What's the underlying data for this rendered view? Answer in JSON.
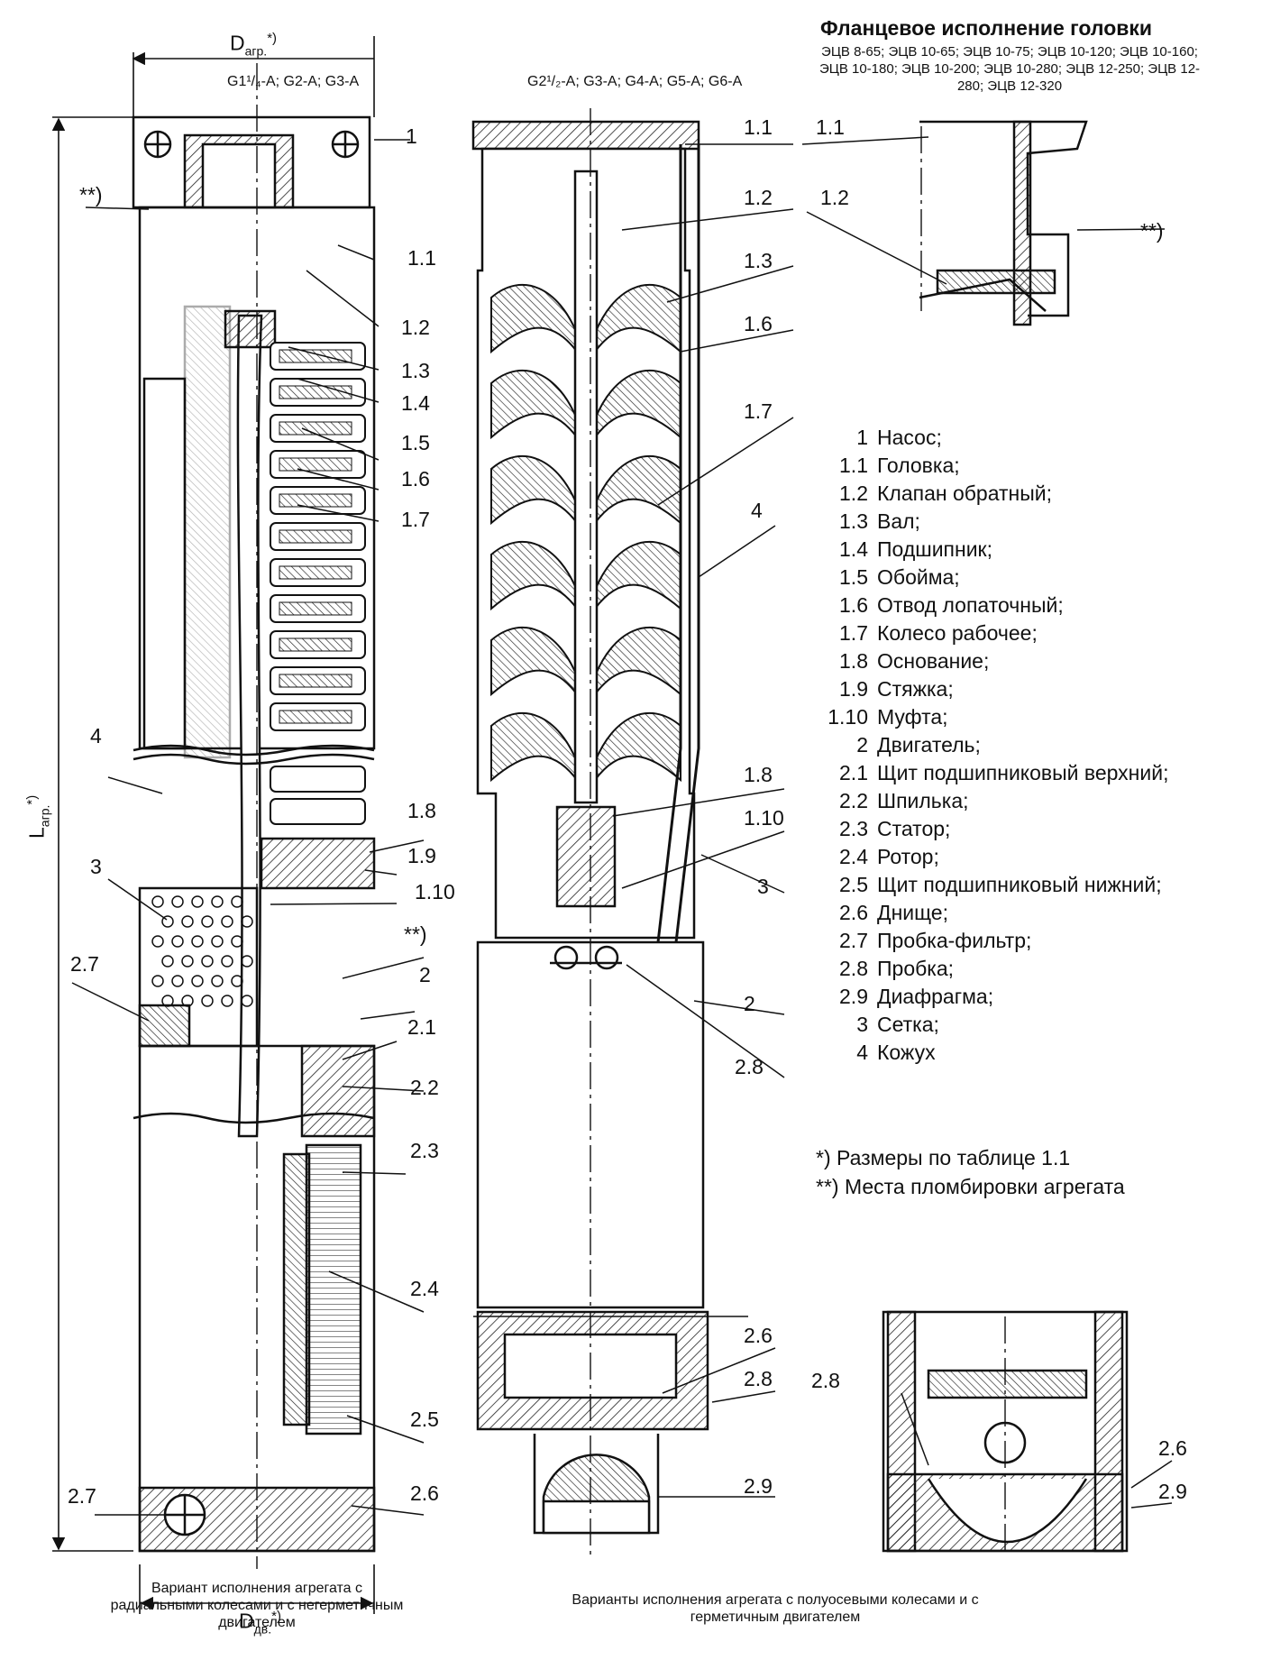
{
  "flange_head": {
    "title": "Фланцевое исполнение головки",
    "models": "ЭЦВ 8-65; ЭЦВ 10-65; ЭЦВ 10-75; ЭЦВ 10-120; ЭЦВ 10-160; ЭЦВ 10-180; ЭЦВ 10-200; ЭЦВ 10-280; ЭЦВ 12-250; ЭЦВ 12-280; ЭЦВ 12-320"
  },
  "threads": {
    "left": "G1¹/₄-A; G2-A; G3-A",
    "right": "G2¹/₂-A; G3-A; G4-A; G5-A; G6-A"
  },
  "dimensions": {
    "d_agr": {
      "base": "D",
      "sub": "агр.",
      "sup": "*)"
    },
    "l_agr": {
      "base": "L",
      "sub": "агр.",
      "sup": "*)"
    },
    "d_dv": {
      "base": "D",
      "sub": "дв.",
      "sup": "*)"
    }
  },
  "callouts": {
    "left": [
      "1",
      "**)",
      "1.1",
      "1.2",
      "1.3",
      "1.4",
      "1.5",
      "1.6",
      "1.7",
      "4",
      "1.8",
      "1.9",
      "1.10",
      "3",
      "**)",
      "2",
      "2.7",
      "2.1",
      "2.2",
      "2.3",
      "2.4",
      "2.5",
      "2.7",
      "2.6"
    ],
    "middle": [
      "1.1",
      "1.2",
      "1.3",
      "1.6",
      "1.7",
      "4",
      "1.8",
      "1.10",
      "3",
      "2",
      "2.8",
      "2.6",
      "2.8",
      "2.9"
    ],
    "flange": [
      "1.1",
      "1.2",
      "**)"
    ],
    "bottom_right": [
      "2.8",
      "2.6",
      "2.9"
    ]
  },
  "legend": [
    {
      "num": "1",
      "text": "Насос;"
    },
    {
      "num": "1.1",
      "text": "Головка;"
    },
    {
      "num": "1.2",
      "text": "Клапан обратный;"
    },
    {
      "num": "1.3",
      "text": "Вал;"
    },
    {
      "num": "1.4",
      "text": "Подшипник;"
    },
    {
      "num": "1.5",
      "text": "Обойма;"
    },
    {
      "num": "1.6",
      "text": "Отвод лопаточный;"
    },
    {
      "num": "1.7",
      "text": "Колесо рабочее;"
    },
    {
      "num": "1.8",
      "text": "Основание;"
    },
    {
      "num": "1.9",
      "text": "Стяжка;"
    },
    {
      "num": "1.10",
      "text": "Муфта;"
    },
    {
      "num": "2",
      "text": "Двигатель;"
    },
    {
      "num": "2.1",
      "text": "Щит подшипниковый верхний;"
    },
    {
      "num": "2.2",
      "text": "Шпилька;"
    },
    {
      "num": "2.3",
      "text": "Статор;"
    },
    {
      "num": "2.4",
      "text": "Ротор;"
    },
    {
      "num": "2.5",
      "text": "Щит подшипниковый нижний;"
    },
    {
      "num": "2.6",
      "text": "Днище;"
    },
    {
      "num": "2.7",
      "text": "Пробка-фильтр;"
    },
    {
      "num": "2.8",
      "text": "Пробка;"
    },
    {
      "num": "2.9",
      "text": "Диафрагма;"
    },
    {
      "num": "3",
      "text": "Сетка;"
    },
    {
      "num": "4",
      "text": "Кожух"
    }
  ],
  "footnotes": [
    "*) Размеры по таблице 1.1",
    "**) Места пломбировки агрегата"
  ],
  "captions": {
    "left": "Вариант исполнения агрегата с радиальными колесами и с негерметичным двигателем",
    "right": "Варианты исполнения агрегата с полуосевыми колесами и  с герметичным двигателем"
  }
}
